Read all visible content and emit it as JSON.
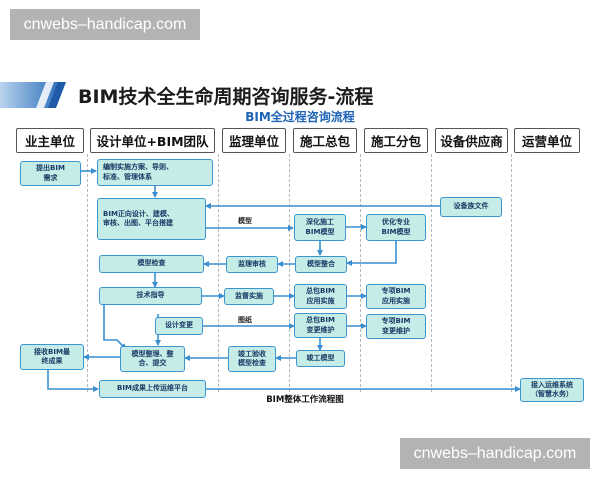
{
  "watermark": "cnwebs–handicap.com",
  "title": "BIM技术全生命周期咨询服务-流程",
  "subtitle": "BIM全过程咨询流程",
  "columns": [
    "业主单位",
    "设计单位+BIM团队",
    "监理单位",
    "施工总包",
    "施工分包",
    "设备供应商",
    "运营单位"
  ],
  "nodes": {
    "propose_bim": "提出BIM\n需求",
    "plan_standards": "编制实施方案、导则、\n标准、管理体系",
    "forward_design": "BIM正向设计、建模、\n审核、出图、平台搭建",
    "model_check": "模型检查",
    "tech_guidance": "技术指导",
    "design_change": "设计变更",
    "model_organize": "模型整理、整\n合、提交",
    "upload_platform": "BIM成果上传运维平台",
    "receive_results": "接收BIM最\n终成果",
    "supervision_review": "监理审核",
    "supervision_impl": "监督实施",
    "completion_check": "竣工验收\n模型检查",
    "deepen_model": "深化施工\nBIM模型",
    "model_integrate": "模型整合",
    "gc_apply": "总包BIM\n应用实施",
    "gc_change": "总包BIM\n变更维护",
    "as_built_model": "竣工模型",
    "optimize_model": "优化专业\nBIM模型",
    "sub_apply": "专项BIM\n应用实施",
    "sub_change": "专项BIM\n变更维护",
    "equipment_files": "设备族文件",
    "ops_system": "接入运维系统\n（智慧水务）"
  },
  "labels": {
    "model": "模型",
    "drawings": "图纸"
  },
  "caption": "BIM整体工作流程图",
  "colors": {
    "node_fill": "#c5ece6",
    "node_border": "#3d95cf",
    "arrow": "#3a8fd0",
    "subtitle": "#1e63b6"
  }
}
